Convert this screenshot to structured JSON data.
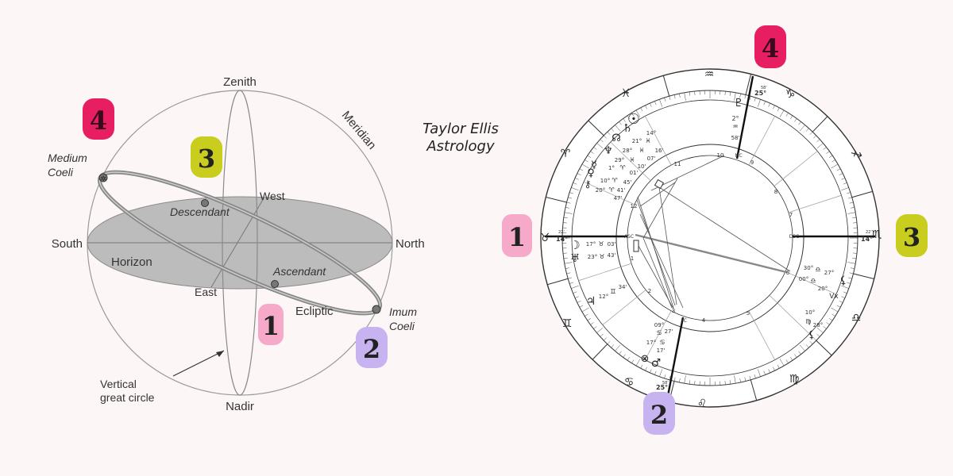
{
  "credit": {
    "line1": "Taylor Ellis",
    "line2": "Astrology"
  },
  "colors": {
    "badge1": "#f6a9c8",
    "badge2": "#c6b3ef",
    "badge3": "#c9cd1e",
    "badge4": "#e81e63",
    "horizon_fill": "#bcbcbc",
    "background": "#fcf7f6"
  },
  "sphere": {
    "zenith": "Zenith",
    "nadir": "Nadir",
    "south": "South",
    "north": "North",
    "east": "East",
    "west": "West",
    "meridian": "Meridian",
    "horizon": "Horizon",
    "ecliptic": "Ecliptic",
    "ascendant": "Ascendant",
    "descendant": "Descendant",
    "medium_coeli_1": "Medium",
    "medium_coeli_2": "Coeli",
    "imum_coeli_1": "Imum",
    "imum_coeli_2": "Coeli",
    "vertical_1": "Vertical",
    "vertical_2": "great circle",
    "badges": {
      "b1": "1",
      "b2": "2",
      "b3": "3",
      "b4": "4"
    }
  },
  "wheel": {
    "badges": {
      "b1": "1",
      "b2": "2",
      "b3": "3",
      "b4": "4"
    },
    "houses": [
      "1",
      "2",
      "3",
      "4",
      "5",
      "6",
      "7",
      "8",
      "9",
      "10",
      "11",
      "12"
    ],
    "angles": {
      "asc": "ASC",
      "dsc": "DSC",
      "mc": "MC",
      "ic": "IC"
    },
    "signs": {
      "aries": "♈",
      "taurus": "♉",
      "gemini": "♊",
      "cancer": "♋",
      "leo": "♌",
      "virgo": "♍",
      "libra": "♎",
      "scorpio": "♏",
      "sagittarius": "♐",
      "capricorn": "♑",
      "aquarius": "♒",
      "pisces": "♓"
    },
    "cusps": {
      "asc_deg": "14°",
      "asc_min": "22'",
      "dsc_deg": "14°",
      "dsc_min": "22'",
      "mc_deg": "25°",
      "mc_min": "58'",
      "ic_deg": "25°",
      "ic_min": "58'"
    },
    "planets": {
      "sun": "☉",
      "saturn": "♄",
      "node": "☊",
      "neptune": "♆",
      "mercury": "☿",
      "venus": "♀",
      "chiron": "⚷",
      "moon": "☽",
      "uranus": "♅",
      "jupiter": "♃",
      "pluto": "♇",
      "fortune": "⊗",
      "mars": "♂",
      "lilith": "⚸",
      "vertex": "Vx"
    },
    "degs": {
      "pluto_deg": "2°",
      "pluto_sign": "♒",
      "pluto_min": "58'",
      "sun_deg": "14°",
      "sat_deg": "21°",
      "sat_sign": "♓",
      "sat_min": "16'",
      "node_deg": "28°",
      "node_sign": "♓",
      "node_min": "07'",
      "nep_deg": "29°",
      "nep_sign": "♓",
      "nep_min": "10'",
      "mer_deg": "1°",
      "mer_sign": "♈",
      "mer_min": "01'",
      "ven_deg": "10°",
      "ven_sign": "♈",
      "ven_min": "45'",
      "chi_deg": "20°",
      "chi_sign": "♈",
      "chi_min": "41'",
      "chi_min2": "47'",
      "moon_deg": "17°",
      "moon_sign": "♉",
      "moon_min": "03'",
      "ura_deg": "23°",
      "ura_sign": "♉",
      "ura_min": "43'",
      "jup_deg": "12°",
      "jup_sign": "♊",
      "jup_min": "34'",
      "for_deg": "09°",
      "for_sign": "♋",
      "for_min": "27'",
      "mars_deg": "17°",
      "mars_sign": "♋",
      "mars_min": "17'",
      "lil_deg": "30°",
      "lil_sign": "♎",
      "lil_min": "27°",
      "vx_deg": "00°",
      "vx_sign": "♎",
      "vx_min": "20°",
      "lil2_deg": "10°",
      "lil2_sign": "♍",
      "lil2_min": "28°"
    }
  }
}
